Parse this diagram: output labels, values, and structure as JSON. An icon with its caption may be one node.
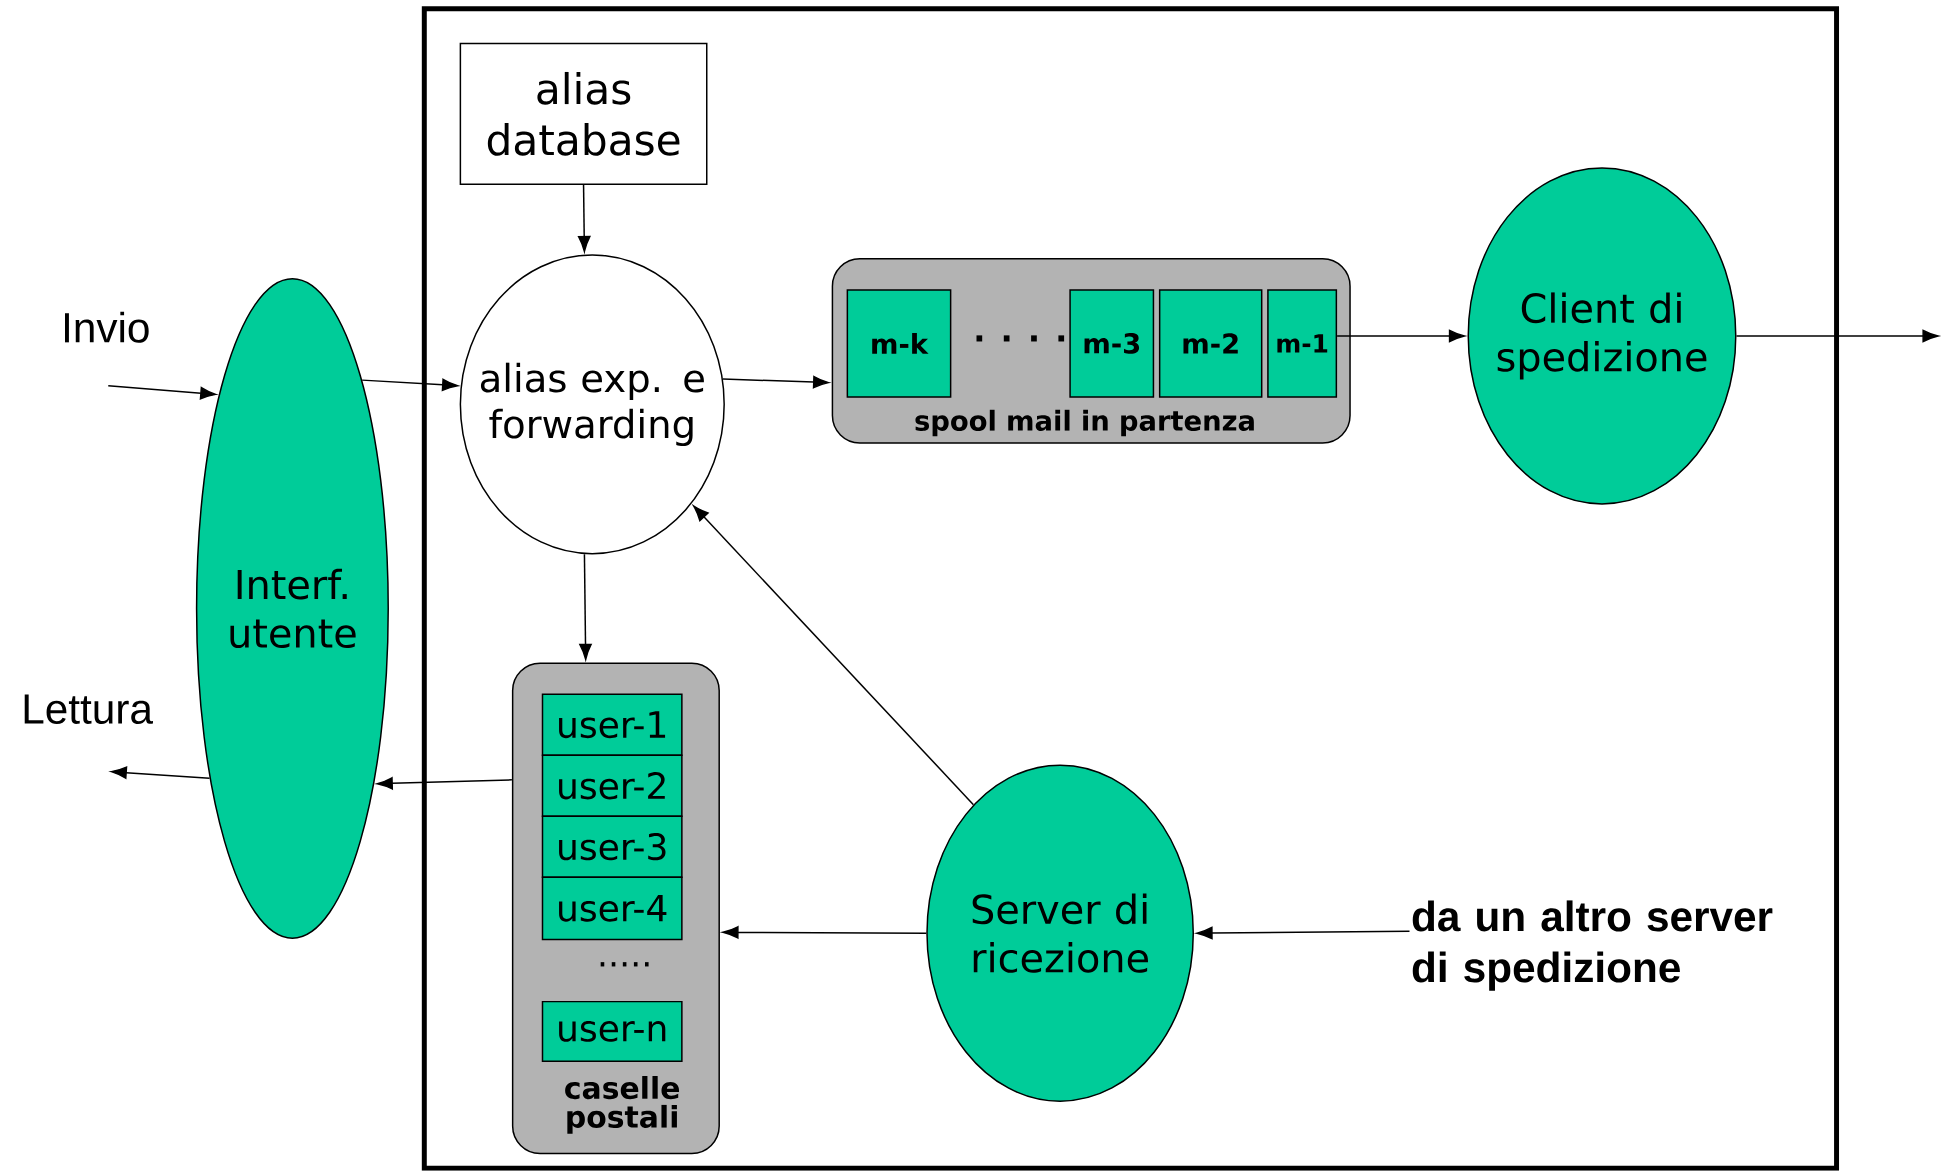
{
  "diagram": {
    "nodes": [
      {
        "text": [
          "alias database"
        ]
      },
      {
        "text": [
          "alias exp. e forwarding"
        ]
      },
      {
        "text": [
          "spool mail in partenza"
        ]
      },
      {
        "text": [
          "m-k"
        ],
        "in": 2
      },
      {
        "text": [
          "m-3"
        ],
        "in": 2
      },
      {
        "text": [
          "m-2"
        ],
        "in": 2
      },
      {
        "text": [
          "m-1"
        ],
        "in": 2
      },
      {
        "text": [
          "Client di spedizione"
        ]
      },
      {
        "text": [
          "Interf. utente"
        ]
      },
      {
        "text": [
          "caselle postali"
        ]
      },
      {
        "text": [
          "user-1"
        ],
        "in": 9
      },
      {
        "text": [
          "user-2"
        ],
        "in": 9
      },
      {
        "text": [
          "user-3"
        ],
        "in": 9
      },
      {
        "text": [
          "user-4"
        ],
        "in": 9
      },
      {
        "text": [
          "user-n"
        ],
        "in": 9
      },
      {
        "text": [
          "Server di ricezione"
        ]
      },
      {
        "text": [
          "da un altro server di spedizione"
        ]
      }
    ],
    "edges": [
      {
        "from": null,
        "to": 8,
        "arrow": "to"
      },
      {
        "from": 8,
        "to": 1,
        "arrow": "to"
      },
      {
        "from": 0,
        "to": 1,
        "arrow": "to"
      },
      {
        "from": 1,
        "to": 2,
        "arrow": "to"
      },
      {
        "from": 6,
        "to": 7,
        "arrow": "to"
      },
      {
        "from": 7,
        "to": null,
        "arrow": "to"
      },
      {
        "from": 1,
        "to": 9,
        "arrow": "to"
      },
      {
        "from": 9,
        "to": 8,
        "arrow": "to"
      },
      {
        "from": 8,
        "to": null,
        "arrow": "to"
      },
      {
        "from": 15,
        "to": 1,
        "arrow": "to"
      },
      {
        "from": 15,
        "to": 9,
        "arrow": "to"
      },
      {
        "from": 16,
        "to": 15,
        "arrow": "to"
      }
    ],
    "labels": [
      "Invio",
      ". . . .",
      "Lettura",
      "....."
    ]
  }
}
